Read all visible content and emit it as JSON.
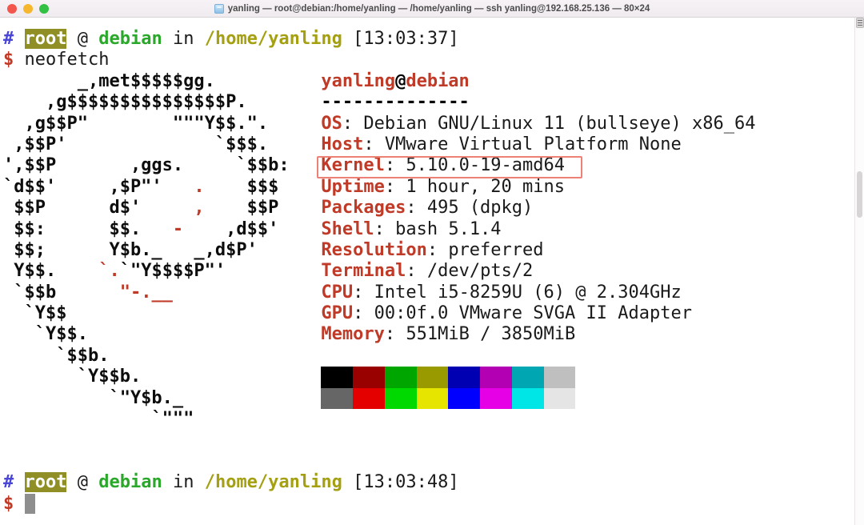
{
  "window": {
    "title": "yanling — root@debian:/home/yanling — /home/yanling — ssh yanling@192.168.25.136 — 80×24",
    "traffic_lights": [
      "close",
      "minimize",
      "zoom"
    ]
  },
  "ansi_palette": {
    "normal": [
      "#000000",
      "#990000",
      "#00a600",
      "#999900",
      "#0000b2",
      "#b200b2",
      "#00a6b2",
      "#bfbfbf"
    ],
    "bright": [
      "#666666",
      "#e50000",
      "#00d900",
      "#e5e500",
      "#0000ff",
      "#e500e5",
      "#00e5e5",
      "#e5e5e5"
    ]
  },
  "annotation": {
    "kernel_box_color": "#ee8176",
    "highlighted_text": "Kernel: 5.10.0-19-amd64"
  },
  "terminal": {
    "cursor_color": "#8e8e8e",
    "lines": [
      {
        "segments": [
          {
            "t": "#",
            "s": "hash"
          },
          {
            "t": " ",
            "s": "d"
          },
          {
            "t": "root",
            "s": "rootbg"
          },
          {
            "t": " @ ",
            "s": "d"
          },
          {
            "t": "debian",
            "s": "grn"
          },
          {
            "t": " in ",
            "s": "d"
          },
          {
            "t": "/home/yanling",
            "s": "oliv"
          },
          {
            "t": " [13:03:37]",
            "s": "d"
          }
        ]
      },
      {
        "segments": [
          {
            "t": "$",
            "s": "dol"
          },
          {
            "t": " neofetch",
            "s": "d"
          }
        ]
      },
      {
        "segments": [
          {
            "t": "       _,met$$$$$gg.",
            "s": "art"
          },
          {
            "t": "          ",
            "s": "d"
          },
          {
            "t": "yanling",
            "s": "ttl"
          },
          {
            "t": "@",
            "s": "bd"
          },
          {
            "t": "debian",
            "s": "ttl"
          }
        ]
      },
      {
        "segments": [
          {
            "t": "    ,g$$$$$$$$$$$$$$$P.",
            "s": "art"
          },
          {
            "t": "       ",
            "s": "d"
          },
          {
            "t": "--------------",
            "s": "bd"
          }
        ]
      },
      {
        "segments": [
          {
            "t": "  ,g$$P\"        \"\"\"Y$$.\".",
            "s": "art"
          },
          {
            "t": "     ",
            "s": "d"
          },
          {
            "t": "OS",
            "s": "lbl"
          },
          {
            "t": ": Debian GNU/Linux 11 (bullseye) x86_64",
            "s": "d"
          }
        ]
      },
      {
        "segments": [
          {
            "t": " ,$$P'              `$$$.",
            "s": "art"
          },
          {
            "t": "     ",
            "s": "d"
          },
          {
            "t": "Host",
            "s": "lbl"
          },
          {
            "t": ": VMware Virtual Platform None",
            "s": "d"
          }
        ]
      },
      {
        "segments": [
          {
            "t": "',$$P       ,ggs.     `$$b:",
            "s": "art"
          },
          {
            "t": "   ",
            "s": "d"
          },
          {
            "t": "Kernel",
            "s": "lbl"
          },
          {
            "t": ": 5.10.0-19-amd64",
            "s": "d"
          }
        ]
      },
      {
        "segments": [
          {
            "t": "`d$$'     ,$P\"'   ",
            "s": "art"
          },
          {
            "t": ".",
            "s": "artred"
          },
          {
            "t": "    $$$",
            "s": "art"
          },
          {
            "t": "    ",
            "s": "d"
          },
          {
            "t": "Uptime",
            "s": "lbl"
          },
          {
            "t": ": 1 hour, 20 mins",
            "s": "d"
          }
        ]
      },
      {
        "segments": [
          {
            "t": " $$P      d$'     ",
            "s": "art"
          },
          {
            "t": ",",
            "s": "artred"
          },
          {
            "t": "    $$P",
            "s": "art"
          },
          {
            "t": "    ",
            "s": "d"
          },
          {
            "t": "Packages",
            "s": "lbl"
          },
          {
            "t": ": 495 (dpkg)",
            "s": "d"
          }
        ]
      },
      {
        "segments": [
          {
            "t": " $$:      $$.   ",
            "s": "art"
          },
          {
            "t": "-",
            "s": "artred"
          },
          {
            "t": "    ,d$$'",
            "s": "art"
          },
          {
            "t": "    ",
            "s": "d"
          },
          {
            "t": "Shell",
            "s": "lbl"
          },
          {
            "t": ": bash 5.1.4",
            "s": "d"
          }
        ]
      },
      {
        "segments": [
          {
            "t": " $$;      Y$b._   _,d$P'",
            "s": "art"
          },
          {
            "t": "      ",
            "s": "d"
          },
          {
            "t": "Resolution",
            "s": "lbl"
          },
          {
            "t": ": preferred",
            "s": "d"
          }
        ]
      },
      {
        "segments": [
          {
            "t": " Y$$.    ",
            "s": "art"
          },
          {
            "t": "`.",
            "s": "artred"
          },
          {
            "t": "`\"Y$$$$P\"'",
            "s": "art"
          },
          {
            "t": "         ",
            "s": "d"
          },
          {
            "t": "Terminal",
            "s": "lbl"
          },
          {
            "t": ": /dev/pts/2",
            "s": "d"
          }
        ]
      },
      {
        "segments": [
          {
            "t": " `$$b      ",
            "s": "art"
          },
          {
            "t": "\"-.__",
            "s": "artred"
          },
          {
            "t": "              ",
            "s": "d"
          },
          {
            "t": "CPU",
            "s": "lbl"
          },
          {
            "t": ": Intel i5-8259U (6) @ 2.304GHz",
            "s": "d"
          }
        ]
      },
      {
        "segments": [
          {
            "t": "  `Y$$",
            "s": "art"
          },
          {
            "t": "                        ",
            "s": "d"
          },
          {
            "t": "GPU",
            "s": "lbl"
          },
          {
            "t": ": 00:0f.0 VMware SVGA II Adapter",
            "s": "d"
          }
        ]
      },
      {
        "segments": [
          {
            "t": "   `Y$$.",
            "s": "art"
          },
          {
            "t": "                      ",
            "s": "d"
          },
          {
            "t": "Memory",
            "s": "lbl"
          },
          {
            "t": ": 551MiB / 3850MiB",
            "s": "d"
          }
        ]
      },
      {
        "segments": [
          {
            "t": "     `$$b.",
            "s": "art"
          }
        ]
      },
      {
        "segments": [
          {
            "t": "       `Y$$b.",
            "s": "art"
          },
          {
            "t": "                 ",
            "s": "d"
          },
          {
            "t": "   ",
            "bg": "#000000"
          },
          {
            "t": "   ",
            "bg": "#990000"
          },
          {
            "t": "   ",
            "bg": "#00a600"
          },
          {
            "t": "   ",
            "bg": "#999900"
          },
          {
            "t": "   ",
            "bg": "#0000b2"
          },
          {
            "t": "   ",
            "bg": "#b200b2"
          },
          {
            "t": "   ",
            "bg": "#00a6b2"
          },
          {
            "t": "   ",
            "bg": "#bfbfbf"
          }
        ]
      },
      {
        "segments": [
          {
            "t": "          `\"Y$b._",
            "s": "art"
          },
          {
            "t": "             ",
            "s": "d"
          },
          {
            "t": "   ",
            "bg": "#666666"
          },
          {
            "t": "   ",
            "bg": "#e50000"
          },
          {
            "t": "   ",
            "bg": "#00d900"
          },
          {
            "t": "   ",
            "bg": "#e5e500"
          },
          {
            "t": "   ",
            "bg": "#0000ff"
          },
          {
            "t": "   ",
            "bg": "#e500e5"
          },
          {
            "t": "   ",
            "bg": "#00e5e5"
          },
          {
            "t": "   ",
            "bg": "#e5e5e5"
          }
        ]
      },
      {
        "segments": [
          {
            "t": "              `\"\"\"",
            "s": "art"
          }
        ]
      },
      {
        "segments": []
      },
      {
        "segments": []
      },
      {
        "segments": [
          {
            "t": "#",
            "s": "hash"
          },
          {
            "t": " ",
            "s": "d"
          },
          {
            "t": "root",
            "s": "rootbg"
          },
          {
            "t": " @ ",
            "s": "d"
          },
          {
            "t": "debian",
            "s": "grn"
          },
          {
            "t": " in ",
            "s": "d"
          },
          {
            "t": "/home/yanling",
            "s": "oliv"
          },
          {
            "t": " [13:03:48]",
            "s": "d"
          }
        ]
      },
      {
        "segments": [
          {
            "t": "$",
            "s": "dol"
          },
          {
            "t": " ",
            "s": "d"
          },
          {
            "t": " ",
            "s": "cur",
            "n": "terminal-cursor"
          }
        ]
      }
    ]
  }
}
